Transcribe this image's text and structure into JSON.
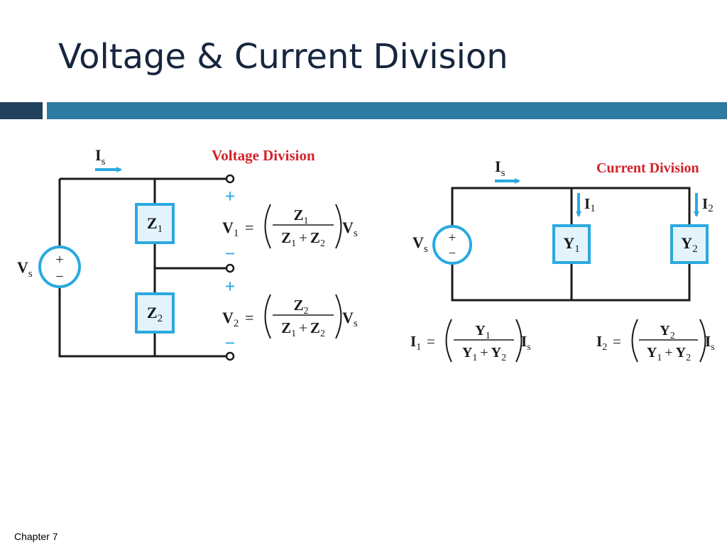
{
  "slide": {
    "title": "Voltage & Current Division",
    "footer": "Chapter 7"
  },
  "colors": {
    "title": "#17263f",
    "bar_dark": "#21405b",
    "bar_main": "#2e7aa1",
    "accent_cyan": "#2aa9e0",
    "box_fill": "#e3f3fb",
    "heading_red": "#d2232a",
    "wire": "#1a1a1a"
  },
  "voltage_division": {
    "heading": "Voltage Division",
    "current_label": "I",
    "current_sub": "s",
    "source_label": "V",
    "source_sub": "s",
    "source_plus": "+",
    "source_minus": "−",
    "z1": {
      "main": "Z",
      "sub": "1"
    },
    "z2": {
      "main": "Z",
      "sub": "2"
    },
    "terminal_plus": "+",
    "terminal_minus": "−",
    "eq1": {
      "lhs": "V",
      "lhs_sub": "1",
      "equals": "=",
      "num": "Z",
      "num_sub": "1",
      "den_a": "Z",
      "den_a_sub": "1",
      "den_plus": "+",
      "den_b": "Z",
      "den_b_sub": "2",
      "rhs": "V",
      "rhs_sub": "s"
    },
    "eq2": {
      "lhs": "V",
      "lhs_sub": "2",
      "equals": "=",
      "num": "Z",
      "num_sub": "2",
      "den_a": "Z",
      "den_a_sub": "1",
      "den_plus": "+",
      "den_b": "Z",
      "den_b_sub": "2",
      "rhs": "V",
      "rhs_sub": "s"
    }
  },
  "current_division": {
    "heading": "Current Division",
    "current_label": "I",
    "current_sub": "s",
    "source_label": "V",
    "source_sub": "s",
    "source_plus": "+",
    "source_minus": "−",
    "branch1_label": "I",
    "branch1_sub": "1",
    "branch2_label": "I",
    "branch2_sub": "2",
    "y1": {
      "main": "Y",
      "sub": "1"
    },
    "y2": {
      "main": "Y",
      "sub": "2"
    },
    "eq1": {
      "lhs": "I",
      "lhs_sub": "1",
      "equals": "=",
      "num": "Y",
      "num_sub": "1",
      "den_a": "Y",
      "den_a_sub": "1",
      "den_plus": "+",
      "den_b": "Y",
      "den_b_sub": "2",
      "rhs": "I",
      "rhs_sub": "s"
    },
    "eq2": {
      "lhs": "I",
      "lhs_sub": "2",
      "equals": "=",
      "num": "Y",
      "num_sub": "2",
      "den_a": "Y",
      "den_a_sub": "1",
      "den_plus": "+",
      "den_b": "Y",
      "den_b_sub": "2",
      "rhs": "I",
      "rhs_sub": "s"
    }
  }
}
